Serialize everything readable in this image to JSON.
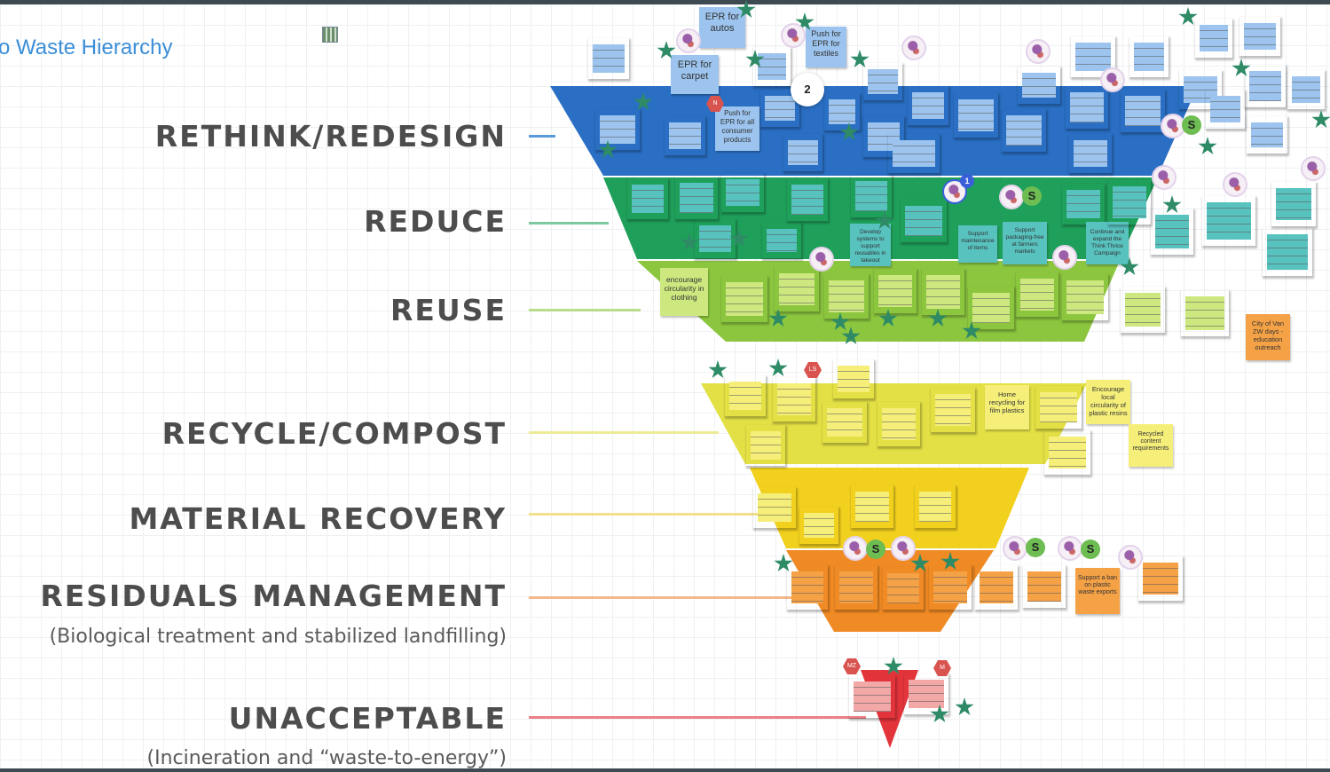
{
  "board": {
    "title": "o Waste Hierarchy"
  },
  "levels": [
    {
      "label": "RETHINK/REDESIGN",
      "color": "#2a6fc4"
    },
    {
      "label": "REDUCE",
      "color": "#1fa05a"
    },
    {
      "label": "REUSE",
      "color": "#8cc63f"
    },
    {
      "label": "RECYCLE/COMPOST",
      "color": "#e2e044"
    },
    {
      "label": "MATERIAL RECOVERY",
      "color": "#f2d01e"
    },
    {
      "label": "RESIDUALS MANAGEMENT",
      "sublabel": "(Biological treatment and stabilized landfilling)",
      "color": "#f08a24"
    },
    {
      "label": "UNACCEPTABLE",
      "sublabel": "(Incineration and “waste-to-energy”)",
      "color": "#e3343b"
    }
  ],
  "notes": {
    "epr_autos": "EPR for autos",
    "epr_carpet": "EPR for carpet",
    "push_epr_textiles": "Push for EPR for textiles",
    "push_epr_consumer": "Push for EPR for all consumer products",
    "encourage_circularity": "encourage circularity in clothing",
    "develop_systems": "Develop systems to support reusables in takeout",
    "support_maintenance": "Support maintenance of items",
    "support_packaging": "Support packaging-free at farmers markets",
    "continue_think_thrice": "Continue and expand the Think Thrice Campaign",
    "home_recycling": "Home recycling for film plastics",
    "encourage_local": "Encourage local circularity of plastic resins",
    "recycled_content": "Recycled content requirements",
    "support_ban": "Support a ban on plastic waste exports",
    "city_of_van": "City of Van ZW days - education outreach"
  },
  "markers": {
    "badge_count": "2",
    "badge_one": "1",
    "s_label": "S",
    "hex_n": "N",
    "hex_ls": "LS",
    "hex_mz": "MZ",
    "hex_m": "M"
  }
}
